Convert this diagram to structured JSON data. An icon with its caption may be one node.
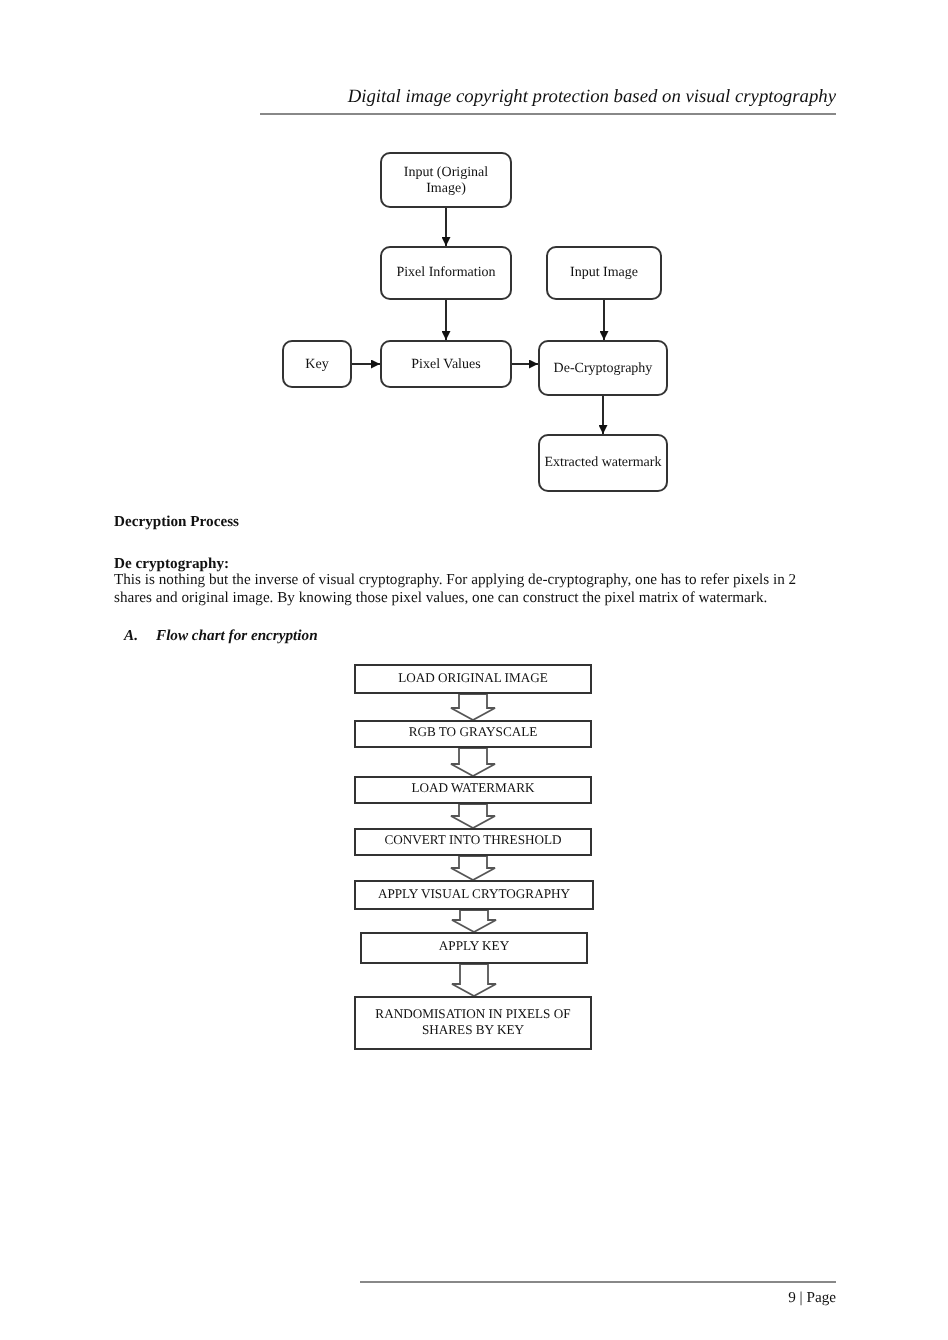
{
  "diagram": {
    "nodes": [
      {
        "text": [
          "Input (Original Image)"
        ]
      },
      {
        "text": [
          "Pixel Information"
        ]
      },
      {
        "text": [
          "Input Image"
        ]
      },
      {
        "text": [
          "Key"
        ]
      },
      {
        "text": [
          "Pixel Values"
        ]
      },
      {
        "text": [
          "De-Cryptography"
        ]
      },
      {
        "text": [
          "Extracted watermark"
        ]
      },
      {
        "text": [
          "LOAD ORIGINAL IMAGE"
        ]
      },
      {
        "text": [
          "RGB TO GRAYSCALE"
        ]
      },
      {
        "text": [
          "LOAD WATERMARK"
        ]
      },
      {
        "text": [
          "CONVERT INTO THRESHOLD"
        ]
      },
      {
        "text": [
          "APPLY VISUAL CRYTOGRAPHY"
        ]
      },
      {
        "text": [
          "APPLY KEY"
        ]
      },
      {
        "text": [
          "RANDOMISATION IN PIXELS OF SHARES BY KEY"
        ]
      }
    ],
    "edges": [
      {
        "from": 0,
        "to": 1,
        "arrow": "to"
      },
      {
        "from": 1,
        "to": 4,
        "arrow": "to"
      },
      {
        "from": 3,
        "to": 4,
        "arrow": "to"
      },
      {
        "from": 4,
        "to": 5,
        "arrow": "to"
      },
      {
        "from": 2,
        "to": 5,
        "arrow": "to"
      },
      {
        "from": 5,
        "to": 6,
        "arrow": "to"
      },
      {
        "from": 7,
        "to": 8,
        "arrow": "to",
        "style": "thick"
      },
      {
        "from": 8,
        "to": 9,
        "arrow": "to",
        "style": "thick"
      },
      {
        "from": 9,
        "to": 10,
        "arrow": "to",
        "style": "thick"
      },
      {
        "from": 10,
        "to": 11,
        "arrow": "to",
        "style": "thick"
      },
      {
        "from": 11,
        "to": 12,
        "arrow": "to",
        "style": "thick"
      },
      {
        "from": 12,
        "to": 13,
        "arrow": "to",
        "style": "thick"
      }
    ],
    "labels": [
      "Digital image copyright protection based on visual cryptography",
      "Decryption Process",
      "De cryptography:",
      "This is nothing but the inverse of visual cryptography. For applying de-cryptography, one has to refer pixels in 2 shares and original image. By knowing those pixel values, one can construct the pixel matrix of watermark.",
      "A.",
      "Flow chart for encryption",
      "9 | Page"
    ]
  }
}
